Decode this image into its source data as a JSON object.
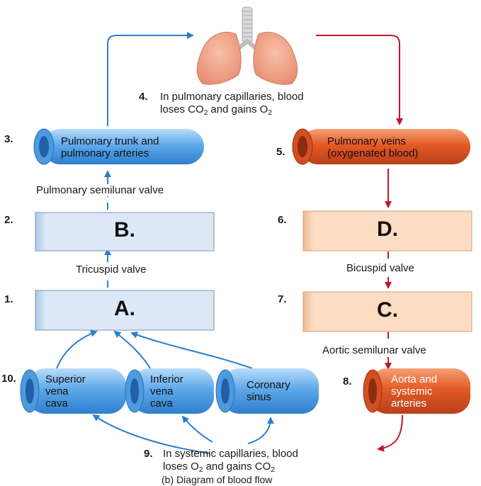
{
  "steps": {
    "s1": {
      "num": "1.",
      "label": "A."
    },
    "s2": {
      "num": "2.",
      "label": "B."
    },
    "s3": {
      "num": "3.",
      "line1": "Pulmonary trunk and",
      "line2": "pulmonary arteries"
    },
    "s4": {
      "num": "4.",
      "line1": "In pulmonary capillaries, blood",
      "line2_pre": "loses CO",
      "line2_sub1": "2",
      "line2_mid": " and gains O",
      "line2_sub2": "2"
    },
    "s5": {
      "num": "5.",
      "line1": "Pulmonary veins",
      "line2": "(oxygenated blood)"
    },
    "s6": {
      "num": "6.",
      "label": "D."
    },
    "s7": {
      "num": "7.",
      "label": "C."
    },
    "s8": {
      "num": "8.",
      "line1": "Aorta and",
      "line2": "systemic",
      "line3": "arteries"
    },
    "s9": {
      "num": "9.",
      "line1": "In systemic capillaries, blood",
      "line2_pre": "loses O",
      "line2_sub1": "2",
      "line2_mid": " and gains CO",
      "line2_sub2": "2"
    },
    "s10": {
      "num": "10."
    }
  },
  "veins": {
    "superior": {
      "line1": "Superior",
      "line2": "vena",
      "line3": "cava"
    },
    "inferior": {
      "line1": "Inferior",
      "line2": "vena",
      "line3": "cava"
    },
    "coronary": {
      "line1": "Coronary",
      "line2": "sinus"
    }
  },
  "valves": {
    "pulmonary_semilunar": "Pulmonary semilunar valve",
    "tricuspid": "Tricuspid valve",
    "bicuspid": "Bicuspid valve",
    "aortic_semilunar": "Aortic semilunar valve"
  },
  "caption": "(b) Diagram of blood flow",
  "colors": {
    "deoxygenated_arrow": "#2a7fd0",
    "oxygenated_arrow": "#c0172b",
    "right_chamber_fill": "#dce8f5",
    "left_chamber_fill": "#fcdcc2",
    "blue_vessel": "#5aa6e8",
    "red_vessel": "#e2592a"
  }
}
